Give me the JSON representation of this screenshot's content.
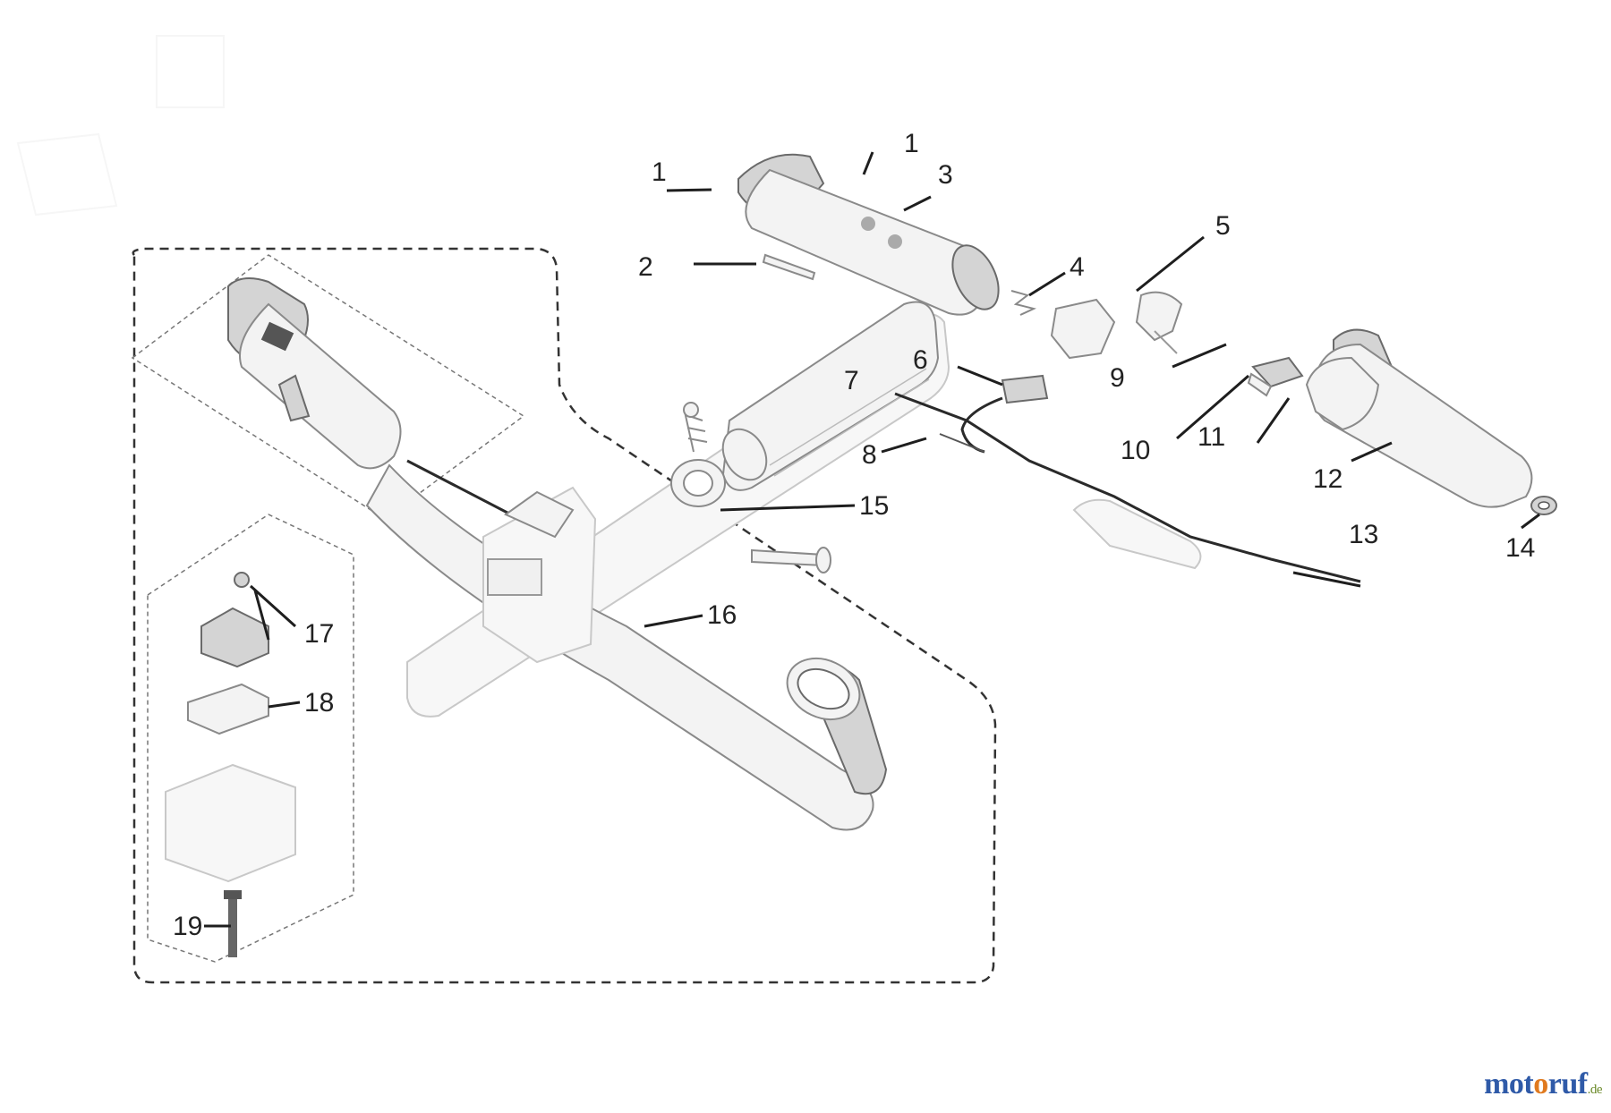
{
  "callouts": {
    "c1a": "1",
    "c1b": "1",
    "c2": "2",
    "c3": "3",
    "c4": "4",
    "c5": "5",
    "c6": "6",
    "c7": "7",
    "c8": "8",
    "c9": "9",
    "c10": "10",
    "c11": "11",
    "c12": "12",
    "c13": "13",
    "c14": "14",
    "c15": "15",
    "c16": "16",
    "c17": "17",
    "c18": "18",
    "c19": "19"
  },
  "watermark": {
    "brand_prefix": "mot",
    "brand_o": "o",
    "brand_suffix": "ruf",
    "domain": ".de",
    "colors": [
      "#2f5aa8",
      "#e07a1f",
      "#2f5aa8",
      "#6b8a2a"
    ]
  }
}
